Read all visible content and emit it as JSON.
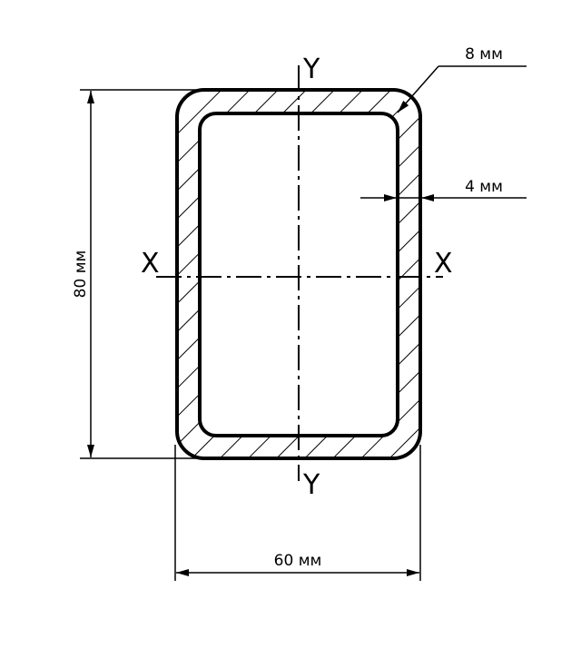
{
  "diagram": {
    "title": "Rectangular tube cross-section",
    "dimensions": {
      "height_label": "80 мм",
      "width_label": "60 мм",
      "outer_radius_label": "8 мм",
      "wall_thickness_label": "4 мм"
    },
    "axes": {
      "x_label": "X",
      "y_label": "Y"
    }
  }
}
